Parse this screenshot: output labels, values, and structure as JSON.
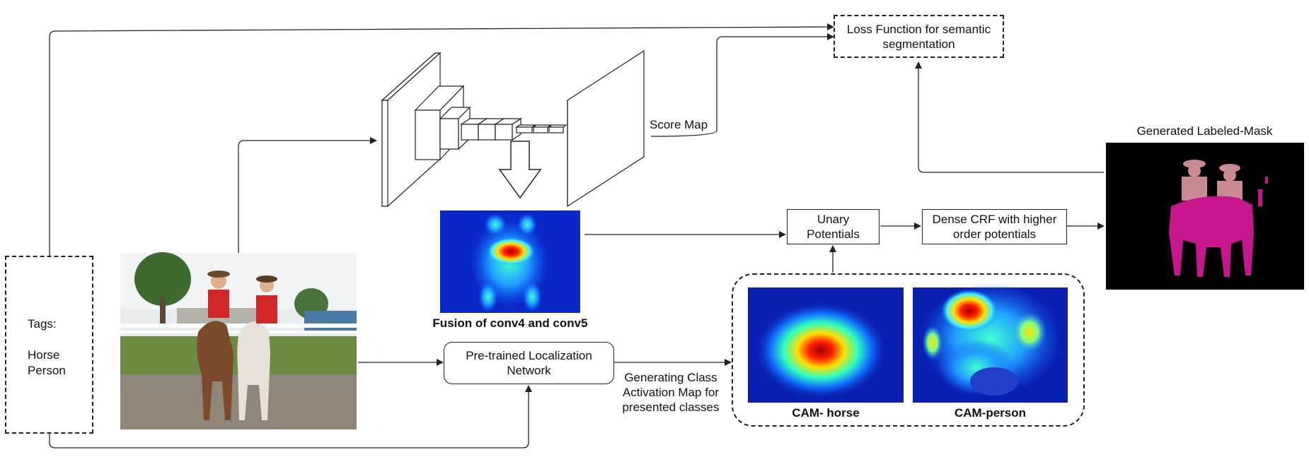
{
  "tags_box": {
    "title": "Tags:",
    "items": [
      "Horse",
      "Person"
    ]
  },
  "loss_box": {
    "line1": "Loss Function for semantic",
    "line2": "segmentation"
  },
  "score_map_label": "Score Map",
  "fusion_label": "Fusion of conv4 and conv5",
  "unary_box": {
    "line1": "Unary",
    "line2": "Potentials"
  },
  "crf_box": {
    "line1": "Dense CRF with higher",
    "line2": "order potentials"
  },
  "generated_mask_label": "Generated Labeled-Mask",
  "localization_box": {
    "line1": "Pre-trained Localization",
    "line2": "Network"
  },
  "cam_caption": {
    "line1": "Generating Class",
    "line2": "Activation Map for",
    "line3": "presented classes"
  },
  "cam_horse_label": "CAM- horse",
  "cam_person_label": "CAM-person",
  "colors": {
    "line": "#222222",
    "mask_bg": "#000000",
    "mask_person": "#c98a92",
    "mask_horse": "#c8168f",
    "heat_cold": "#0a1fb0"
  }
}
